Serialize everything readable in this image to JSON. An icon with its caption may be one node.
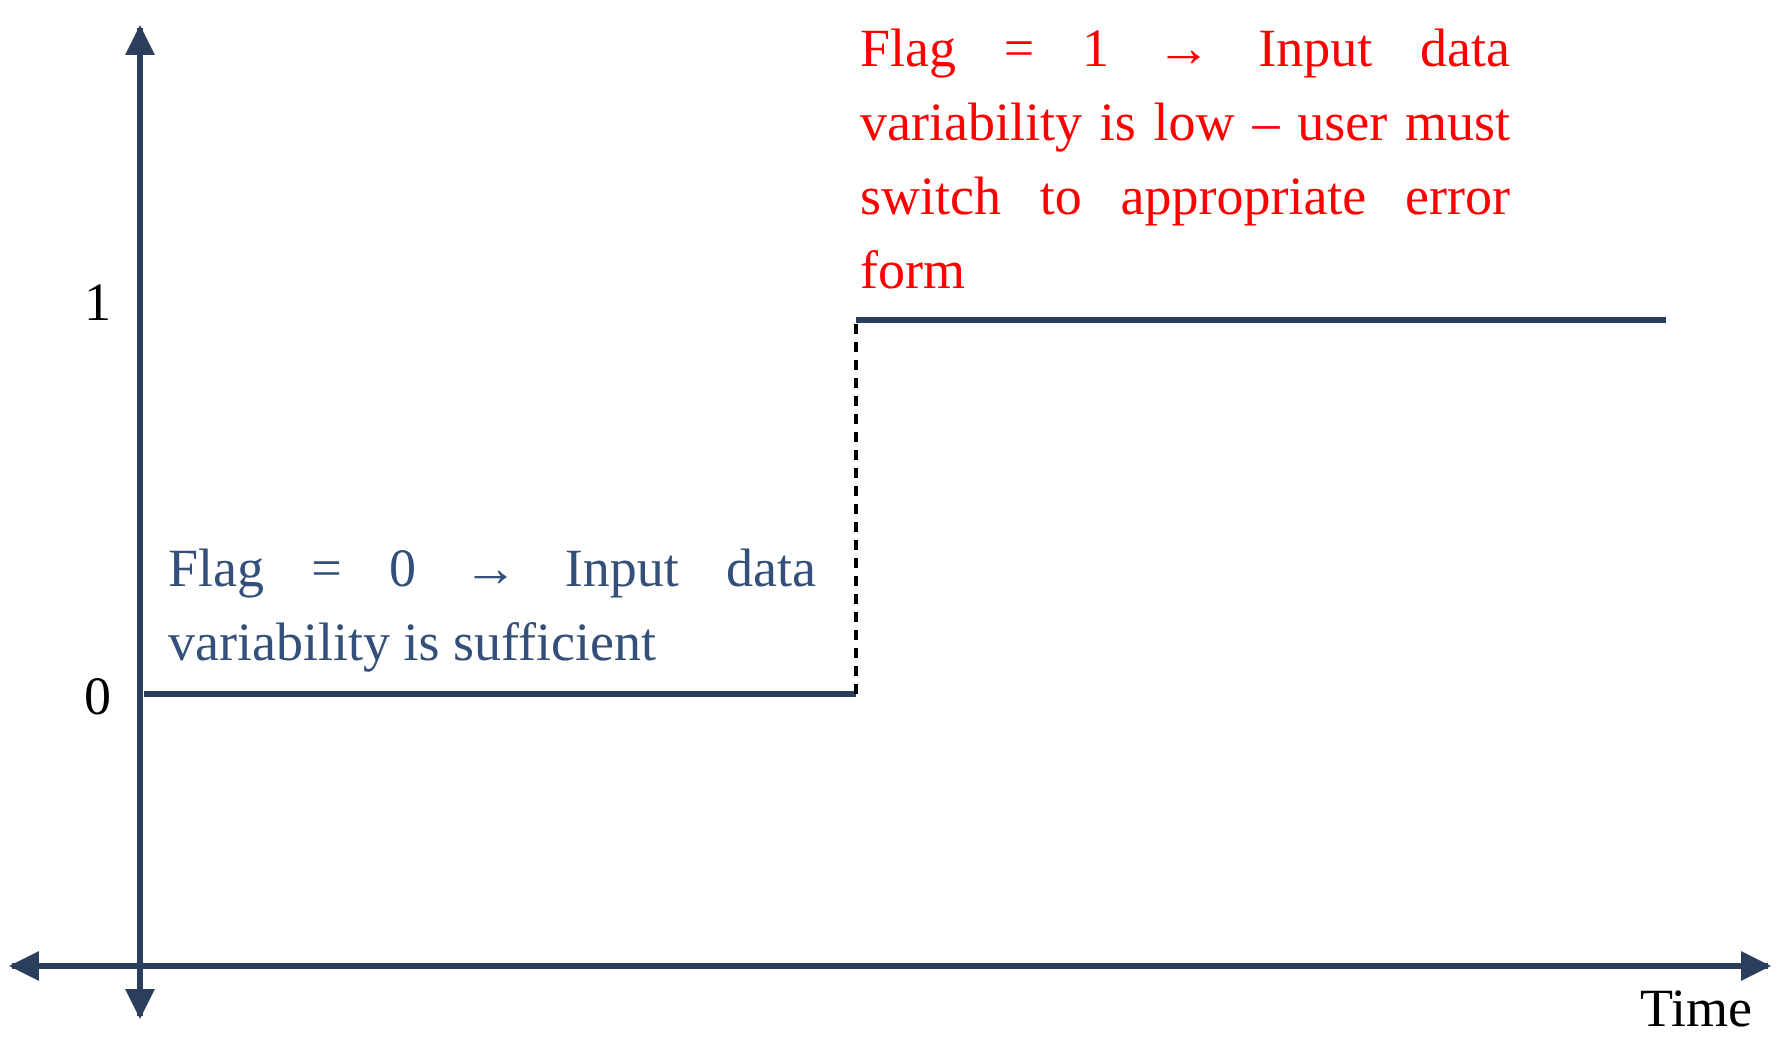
{
  "diagram": {
    "labels": [
      "Flag = 1 → Input data variability is low – user must switch to appropriate error form",
      "1",
      "Flag = 0 → Input data variability is sufficient",
      "0",
      "Time"
    ]
  }
}
